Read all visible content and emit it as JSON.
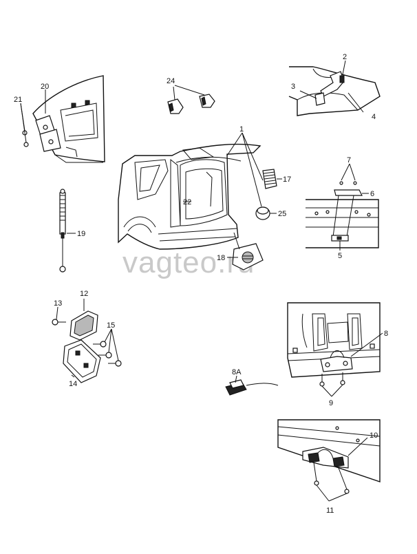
{
  "watermark": "vagteo.ru",
  "callouts": {
    "c1": "1",
    "c2": "2",
    "c3": "3",
    "c4": "4",
    "c5": "5",
    "c6": "6",
    "c7": "7",
    "c8": "8",
    "c8a": "8A",
    "c9": "9",
    "c10": "10",
    "c11": "11",
    "c12": "12",
    "c13": "13",
    "c14": "14",
    "c15": "15",
    "c17": "17",
    "c18": "18",
    "c19": "19",
    "c20": "20",
    "c21": "21",
    "c22": "22",
    "c24": "24",
    "c25": "25"
  }
}
